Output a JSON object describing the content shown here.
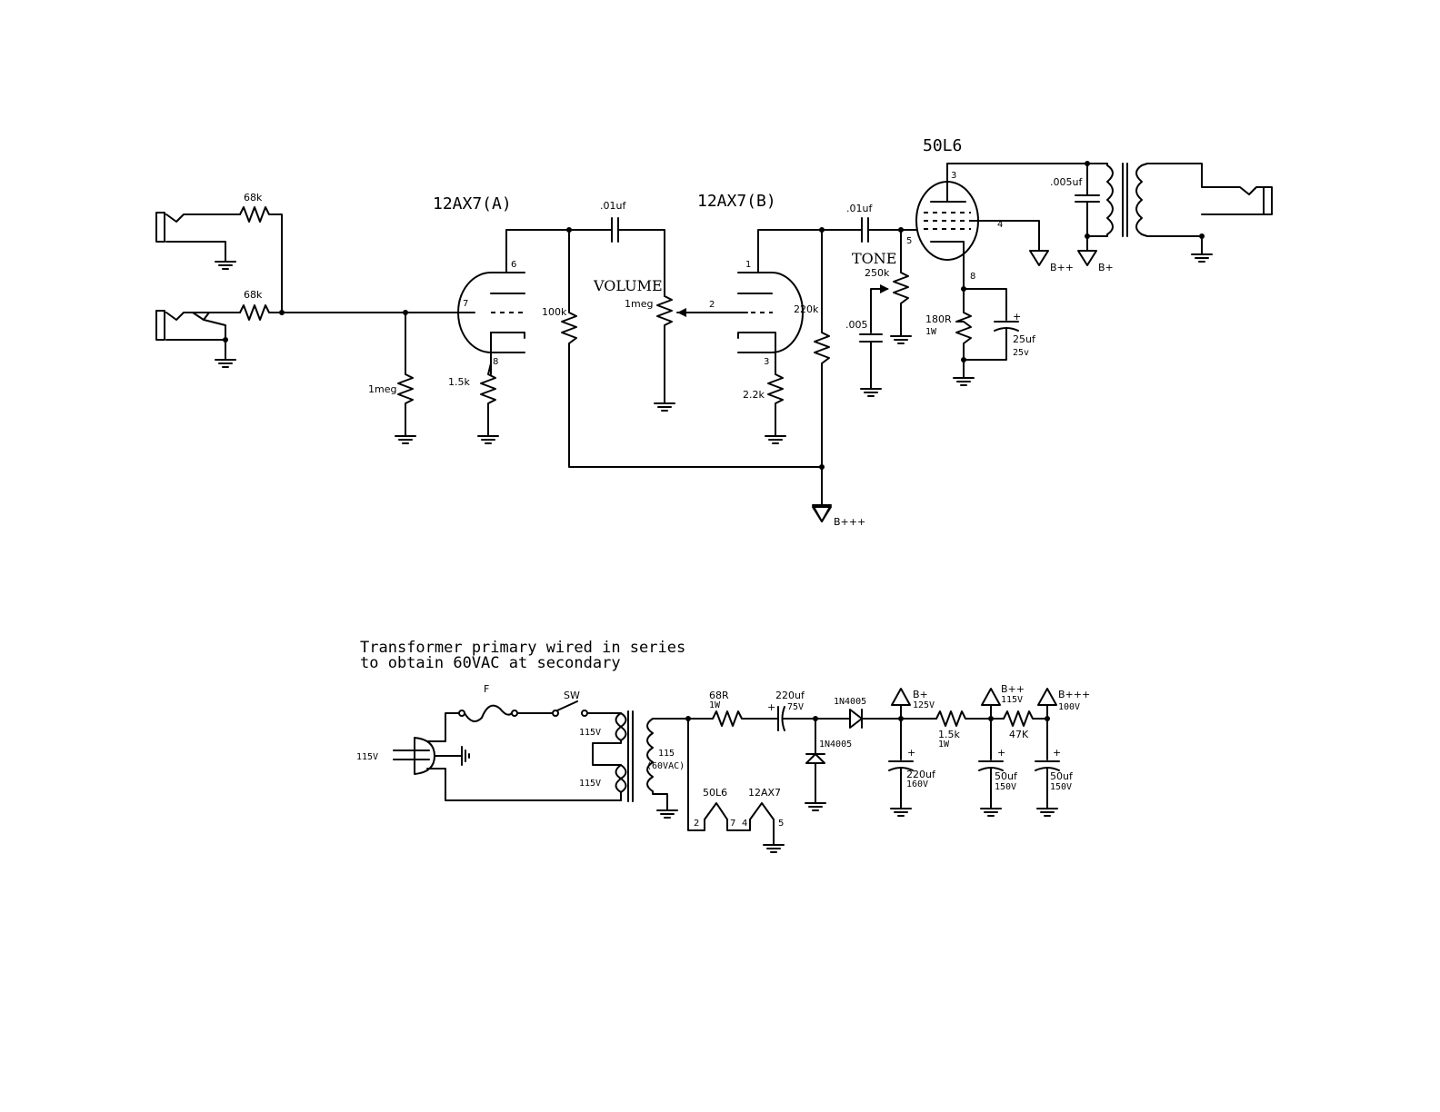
{
  "title_note": [
    "Transformer primary wired in series",
    "to obtain 60VAC at secondary"
  ],
  "tubes": {
    "v1a": "12AX7(A)",
    "v1b": "12AX7(B)",
    "v2": "50L6"
  },
  "controls": {
    "volume": "VOLUME",
    "tone": "TONE"
  },
  "resistors": {
    "r_in1": "68k",
    "r_in2": "68k",
    "r_grid": "1meg",
    "r_cath_a": "1.5k",
    "r_plate_a": "100k",
    "r_vol": "1meg",
    "r_cath_b": "2.2k",
    "r_plate_b": "220k",
    "r_tone": "250k",
    "r_cath_pwr": "180R",
    "r_cath_pwr_w": "1W",
    "r_ps1": "68R",
    "r_ps1_w": "1W",
    "r_ps2": "1.5k",
    "r_ps2_w": "1W",
    "r_ps3": "47K"
  },
  "capacitors": {
    "c_couple_a": ".01uf",
    "c_couple_b": ".01uf",
    "c_tone": ".005",
    "c_cath": "25uf",
    "c_cath_v": "25v",
    "c_ot": ".005uf",
    "c_ps_in": "220uf",
    "c_ps_in_v": "75V",
    "c_ps1": "220uf",
    "c_ps1_v": "160V",
    "c_ps2": "50uf",
    "c_ps2_v": "150V",
    "c_ps3": "50uf",
    "c_ps3_v": "150V",
    "plus": "+"
  },
  "pins": {
    "p6": "6",
    "p7": "7",
    "p8": "8",
    "p1": "1",
    "p2": "2",
    "p3": "3",
    "pw3": "3",
    "pw4": "4",
    "pw5": "5",
    "pw8": "8",
    "h2": "2",
    "h7": "7",
    "h4": "4",
    "h5": "5"
  },
  "supply": {
    "bppp": "B+++",
    "bpp": "B++",
    "bp": "B+",
    "bp_v": "125V",
    "bpp_v": "115V",
    "bppp_v": "100V"
  },
  "power_section": {
    "mains": "115V",
    "fuse": "F",
    "switch": "SW",
    "pri1": "115V",
    "pri2": "115V",
    "sec": "115",
    "sec_sub": "(60VAC)",
    "diode1": "1N4005",
    "diode2": "1N4005",
    "heater_50l6": "50L6",
    "heater_12ax7": "12AX7"
  }
}
